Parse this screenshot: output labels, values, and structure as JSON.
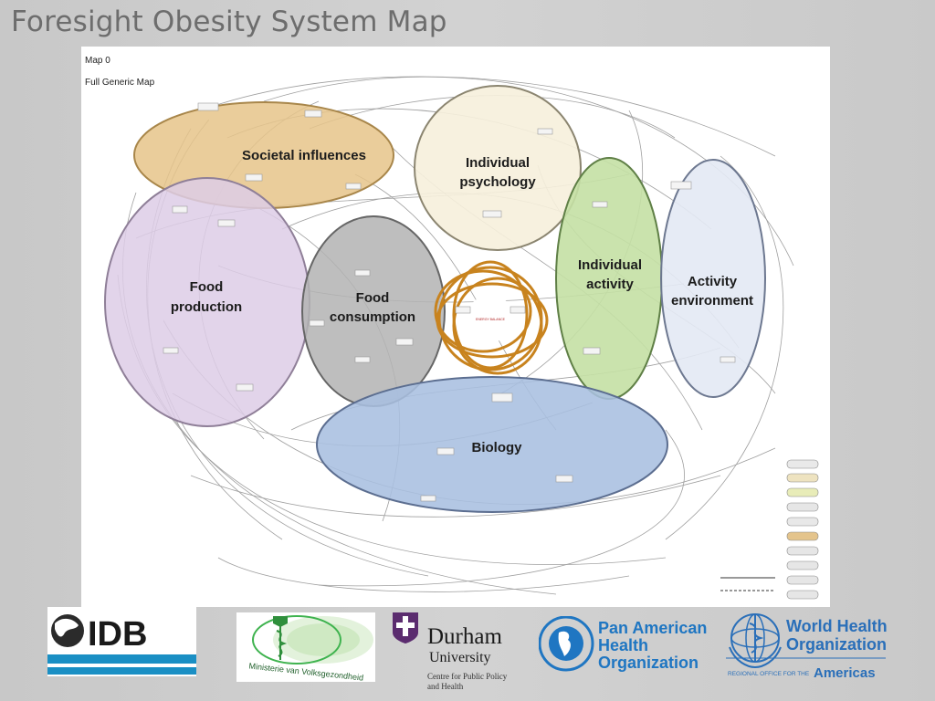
{
  "slide": {
    "title": "Foresight Obesity System Map"
  },
  "map": {
    "map_id": "Map 0",
    "map_name": "Full Generic Map",
    "clusters": [
      {
        "id": "societal",
        "line1": "Societal influences",
        "line2": "",
        "fill": "#e6c48a",
        "stroke": "#a8864a"
      },
      {
        "id": "psychology",
        "line1": "Individual",
        "line2": "psychology",
        "fill": "#f6f0dc",
        "stroke": "#8b8570"
      },
      {
        "id": "production",
        "line1": "Food",
        "line2": "production",
        "fill": "#ddcce6",
        "stroke": "#8f7f98"
      },
      {
        "id": "consumption",
        "line1": "Food",
        "line2": "consumption",
        "fill": "#b3b3b3",
        "stroke": "#666666"
      },
      {
        "id": "activity",
        "line1": "Individual",
        "line2": "activity",
        "fill": "#c4e0a4",
        "stroke": "#5f7f46"
      },
      {
        "id": "environment",
        "line1": "Activity",
        "line2": "environment",
        "fill": "#e3e9f4",
        "stroke": "#6d7890"
      },
      {
        "id": "biology",
        "line1": "Biology",
        "line2": "",
        "fill": "#a9bfe0",
        "stroke": "#5c6e90"
      }
    ],
    "core": {
      "ring_color": "#c8831e",
      "label": "ENERGY BALANCE"
    },
    "legend_swatches": [
      "#e9e9e9",
      "#eee3c0",
      "#e8ecb8",
      "#e6e6e6",
      "#e8e8e8",
      "#e4c48c",
      "#e6e6e6",
      "#e6e6e6",
      "#e6e6e6",
      "#e6e6e6"
    ]
  },
  "logos": {
    "idb": {
      "text": "IDB",
      "accent": "#1a8fc4"
    },
    "ministry": {
      "text": "Ministerie van Volksgezondheid",
      "accent": "#3fb34f"
    },
    "durham": {
      "name": "Durham",
      "sub": "University",
      "caption1": "Centre for Public Policy",
      "caption2": "and Health",
      "accent": "#5b2c6f"
    },
    "paho": {
      "line1": "Pan American",
      "line2": "Health",
      "line3": "Organization",
      "accent": "#1f76c2"
    },
    "who": {
      "line1": "World Health",
      "line2": "Organization",
      "regional": "REGIONAL OFFICE FOR THE",
      "region": "Americas",
      "accent": "#2a6fb9"
    }
  }
}
